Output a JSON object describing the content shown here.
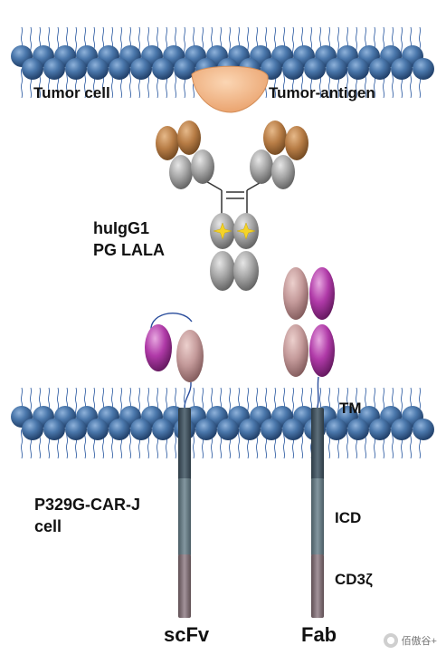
{
  "labels": {
    "tumor_cell": "Tumor cell",
    "tumor_antigen": "Tumor-antigen",
    "antibody_line1": "huIgG1",
    "antibody_line2": "PG LALA",
    "tm": "TM",
    "car_cell": "P329G-CAR-J\ncell",
    "icd": "ICD",
    "cd3z": "CD3ζ",
    "scfv": "scFv",
    "fab": "Fab"
  },
  "watermark": "佰傲谷+",
  "colors": {
    "membrane_head": "#3d6aa0",
    "membrane_tail": "#3b66a8",
    "antigen": "#f3b88a",
    "antibody_variable": "#b77c45",
    "antibody_constant": "#a3a3a3",
    "mutation_star": "#f5d327",
    "car_pink": "#c49a9a",
    "car_magenta": "#b03aa8",
    "tm_segment": "#4b5c68",
    "icd_segment": "#6d8088",
    "cd3z_segment": "#8d7b80"
  }
}
